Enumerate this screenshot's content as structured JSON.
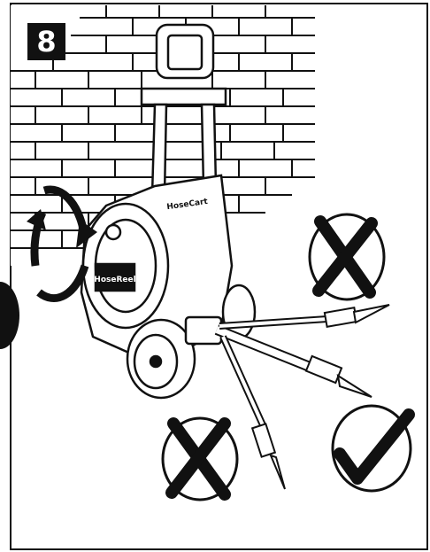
{
  "step": {
    "number": "8"
  },
  "product": {
    "brand_label": "HoseCart",
    "reel_label": "HoseReel"
  },
  "marks": {
    "wrong_1": "wrong-icon",
    "wrong_2": "wrong-icon",
    "correct": "correct-icon"
  },
  "colors": {
    "line": "#111111",
    "background": "#ffffff"
  }
}
